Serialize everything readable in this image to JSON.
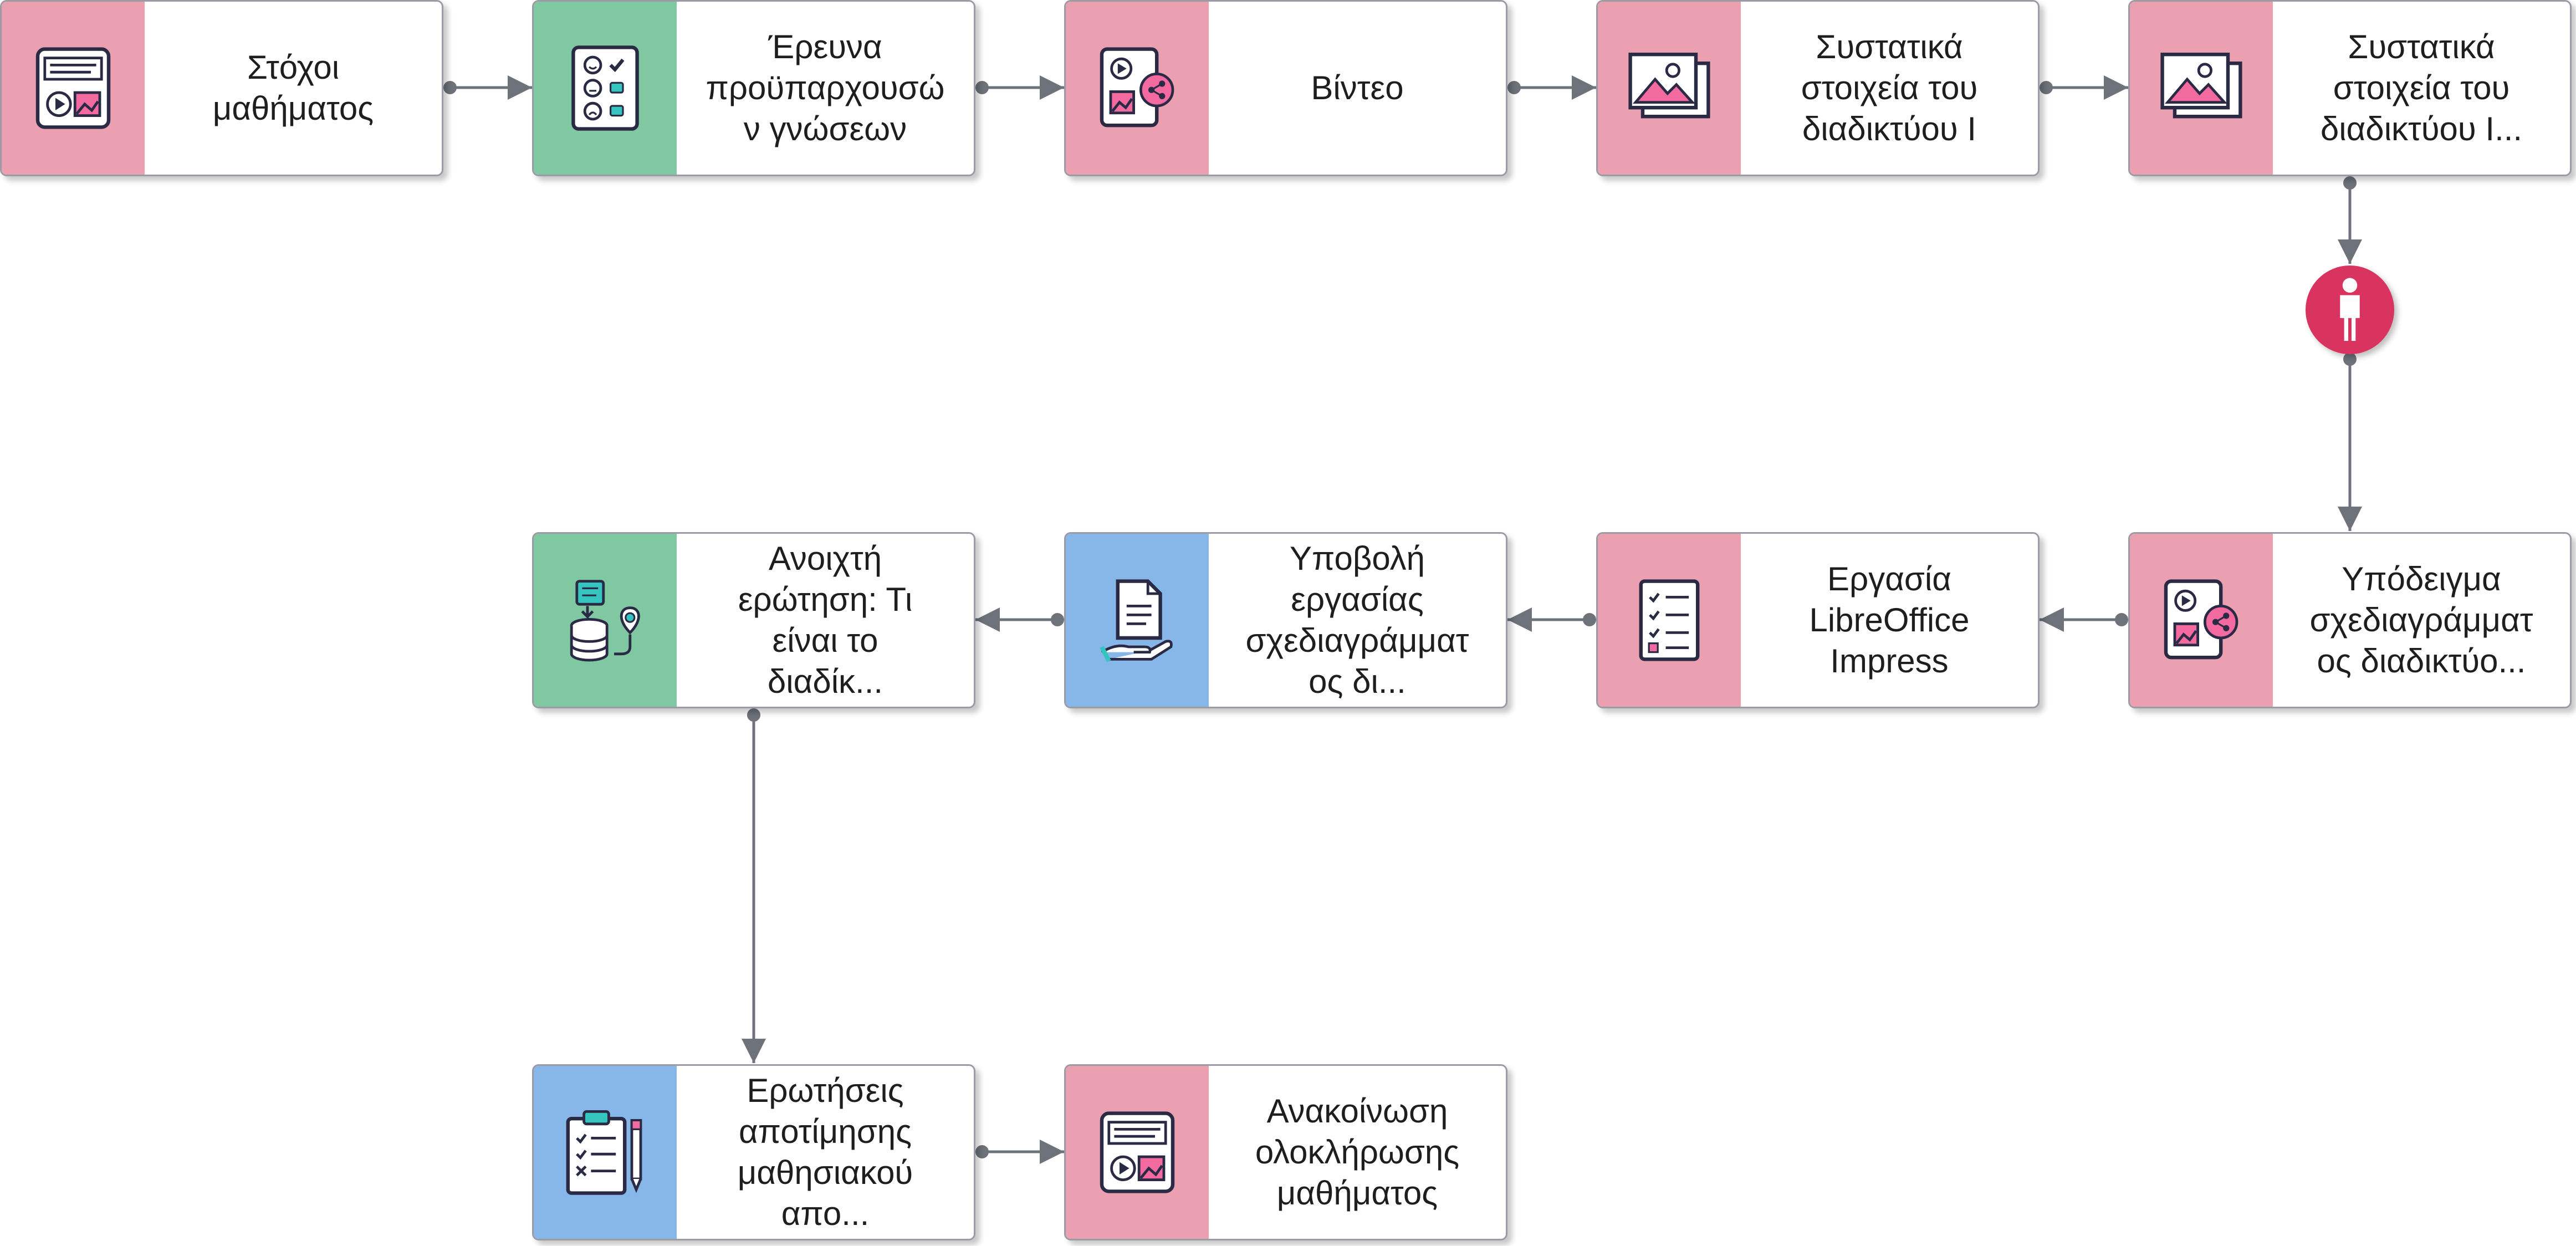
{
  "colors": {
    "pink": "#eba0b2",
    "green": "#80c8a2",
    "blue": "#87b7e8",
    "connector": "#6e727b",
    "gate": "#d8345f"
  },
  "nodes": [
    {
      "label": "Στόχοι\nμαθήματος",
      "category": "pink",
      "icon": "lesson-media-icon"
    },
    {
      "label": "Έρευνα\nπροϋπαρχουσώ\nν γνώσεων",
      "category": "green",
      "icon": "survey-icon"
    },
    {
      "label": "Βίντεο",
      "category": "pink",
      "icon": "video-share-icon"
    },
    {
      "label": "Συστατικά\nστοιχεία του\nδιαδικτύου Ι",
      "category": "pink",
      "icon": "image-gallery-icon"
    },
    {
      "label": "Συστατικά\nστοιχεία του\nδιαδικτύου Ι...",
      "category": "pink",
      "icon": "image-gallery-icon"
    },
    {
      "label": "Υπόδειγμα\nσχεδιαγράμματ\nος διαδικτύο...",
      "category": "pink",
      "icon": "video-share-icon"
    },
    {
      "label": "Εργασία\nLibreOffice\nImpress",
      "category": "pink",
      "icon": "checklist-icon"
    },
    {
      "label": "Υποβολή\nεργασίας\nσχεδιαγράμματ\nος δι...",
      "category": "blue",
      "icon": "submit-document-icon"
    },
    {
      "label": "Ανοιχτή\nερώτηση: Τι\nείναι το\nδιαδίκ...",
      "category": "green",
      "icon": "database-question-icon"
    },
    {
      "label": "Ερωτήσεις\nαποτίμησης\nμαθησιακού\nαπο...",
      "category": "blue",
      "icon": "clipboard-pencil-icon"
    },
    {
      "label": "Ανακοίνωση\nολοκλήρωσης\nμαθήματος",
      "category": "pink",
      "icon": "lesson-media-icon"
    }
  ],
  "gate": {
    "icon": "person-icon"
  }
}
